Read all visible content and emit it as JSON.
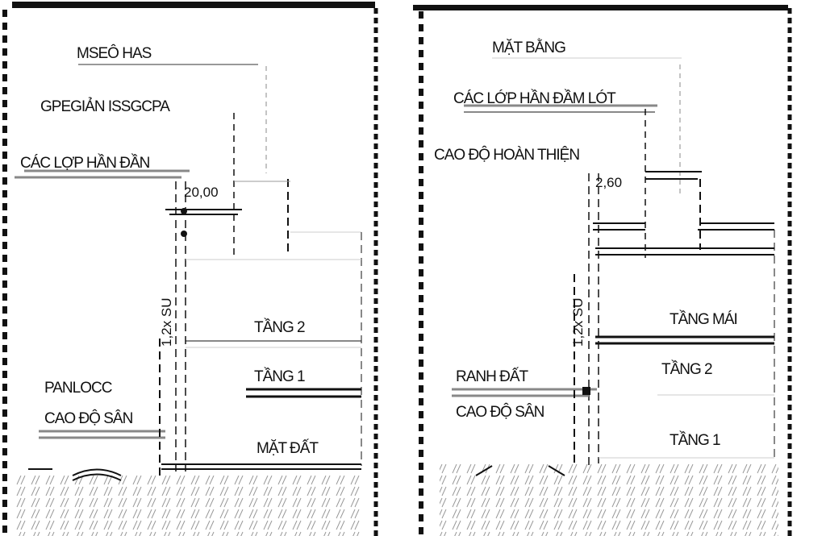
{
  "left_section": {
    "label_top": "MSEÔ HAS",
    "label_roof_layers": "GPEGIẢN ISSGCPA",
    "label_finish_layers": "CÁC LỢP HẦN ĐẦN",
    "dim_top": "20,00",
    "dim_height": "1,2x SU",
    "floor_upper": "TẦNG 2",
    "floor_mid": "TẦNG 1",
    "label_boundary": "PANLOCC",
    "label_yard": "CAO ĐỘ SÂN",
    "floor_ground": "MẶT ĐẤT"
  },
  "right_section": {
    "label_top": "MẶT BẰNG",
    "label_roof_layers": "CÁC LỚP HẦN ĐẦM LÓT",
    "label_finish": "CAO ĐỘ HOÀN THIỆN",
    "dim_top": "2,60",
    "dim_height": "1,2x SU",
    "floor_upper": "TẦNG MÁI",
    "floor_mid": "TẦNG 2",
    "label_boundary": "RANH ĐẤT",
    "label_yard": "CAO ĐỘ SÂN",
    "floor_ground": "TẦNG 1"
  }
}
